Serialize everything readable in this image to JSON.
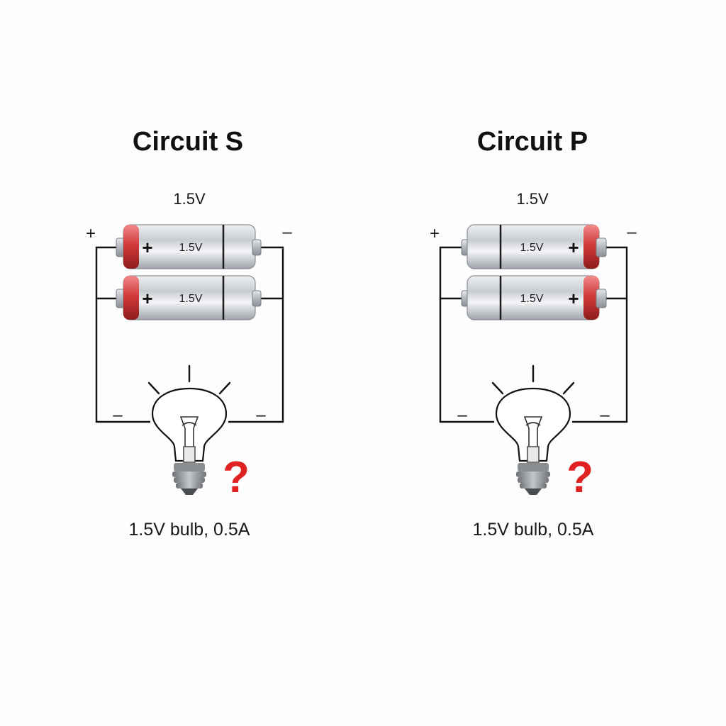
{
  "colors": {
    "wire": "#111111",
    "battery_body": "#c9ccd1",
    "battery_cap": "#d23a3a",
    "question_mark": "#e02222"
  },
  "circuits": [
    {
      "title": "Circuit S",
      "voltage_label": "1.5V",
      "plus_sign": "+",
      "minus_sign": "–",
      "cells": [
        {
          "label": "1.5V",
          "polarity_mark": "+"
        },
        {
          "label": "1.5V",
          "polarity_mark": "+"
        }
      ],
      "bulb": {
        "icon": "light-bulb-icon",
        "left_sign": "–",
        "right_sign": "–",
        "unknown_mark": "?",
        "caption": "1.5V bulb, 0.5A"
      }
    },
    {
      "title": "Circuit P",
      "voltage_label": "1.5V",
      "plus_sign": "+",
      "minus_sign": "–",
      "cells": [
        {
          "label": "1.5V",
          "polarity_mark": "+"
        },
        {
          "label": "1.5V",
          "polarity_mark": "+"
        }
      ],
      "bulb": {
        "icon": "light-bulb-icon",
        "left_sign": "–",
        "right_sign": "–",
        "unknown_mark": "?",
        "caption": "1.5V bulb, 0.5A"
      }
    }
  ]
}
